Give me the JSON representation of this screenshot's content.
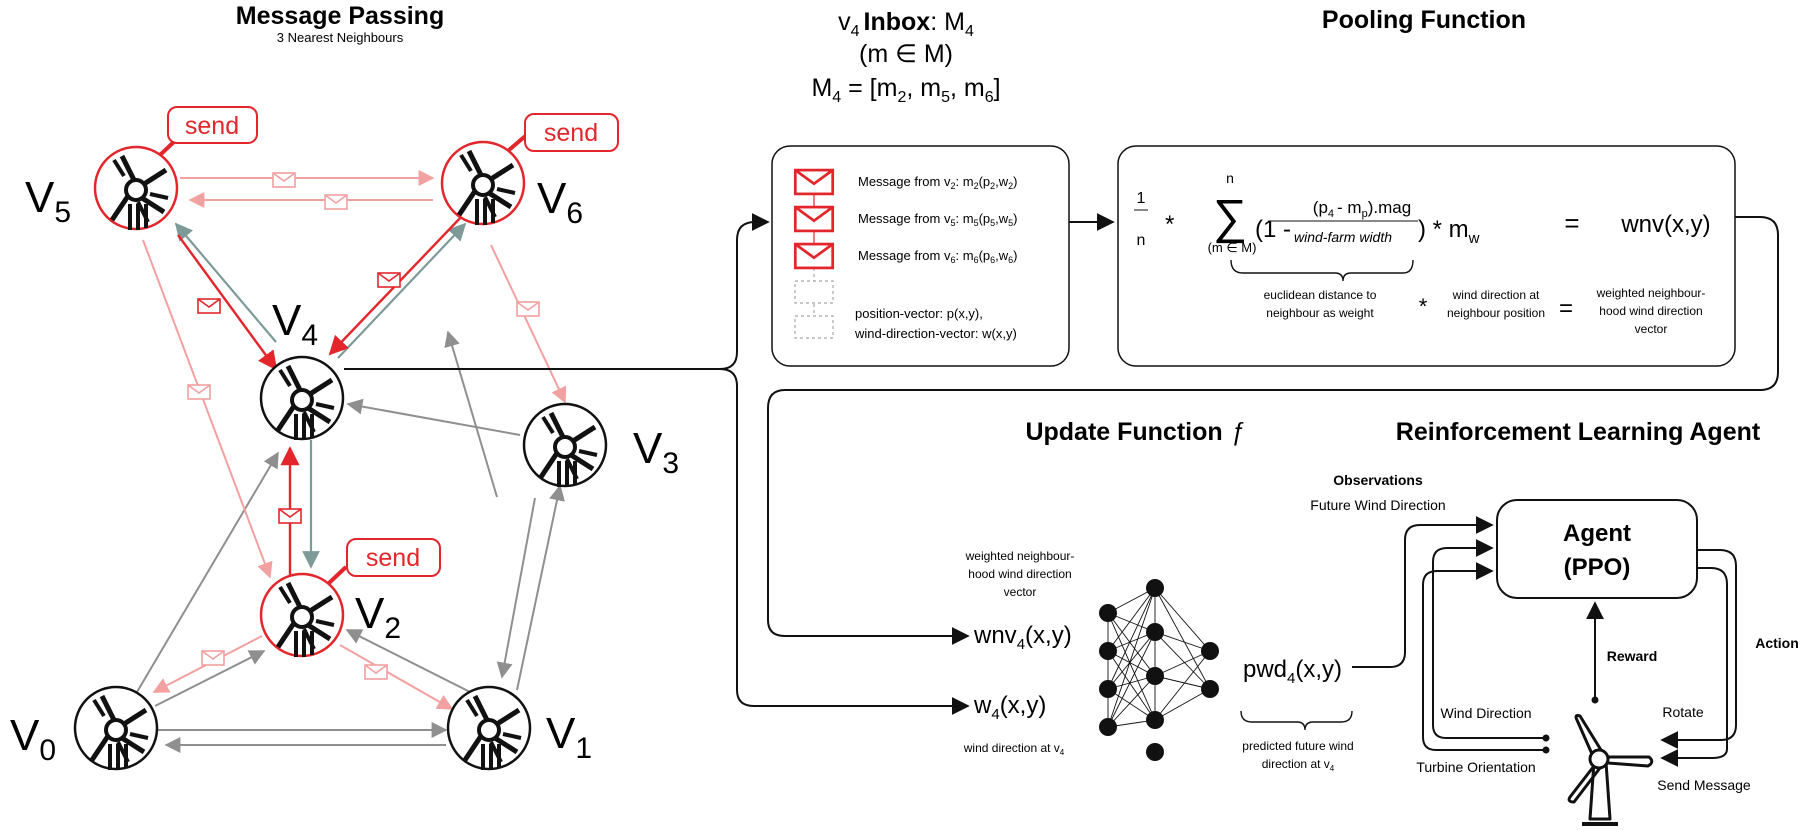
{
  "message_passing": {
    "title": "Message Passing",
    "subtitle": "3 Nearest Neighbours",
    "send_label": "send",
    "nodes": [
      {
        "id": "v0",
        "label": "V",
        "sub": "0"
      },
      {
        "id": "v1",
        "label": "V",
        "sub": "1"
      },
      {
        "id": "v2",
        "label": "V",
        "sub": "2"
      },
      {
        "id": "v3",
        "label": "V",
        "sub": "3"
      },
      {
        "id": "v4",
        "label": "V",
        "sub": "4"
      },
      {
        "id": "v5",
        "label": "V",
        "sub": "5"
      },
      {
        "id": "v6",
        "label": "V",
        "sub": "6"
      }
    ]
  },
  "inbox": {
    "line1_pre": "v",
    "line1_sub": "4",
    "line1_bold": "Inbox",
    "line1_post": ": M",
    "line1_post_sub": "4",
    "line2": "(m ∈ M)",
    "line3_pre": "M",
    "line3_sub": "4",
    "line3_post": " = [m",
    "m_a": "2",
    "m_b": "5",
    "m_c": "6",
    "messages": [
      {
        "pre": "Message from v",
        "sub": "2",
        "mid": ": m",
        "msub": "2",
        "args": "(p",
        "asub1": "2",
        "comma": ",w",
        "asub2": "2",
        "close": ")"
      },
      {
        "pre": "Message from v",
        "sub": "5",
        "mid": ": m",
        "msub": "5",
        "args": "(p",
        "asub1": "5",
        "comma": ",w",
        "asub2": "5",
        "close": ")"
      },
      {
        "pre": "Message from v",
        "sub": "6",
        "mid": ": m",
        "msub": "6",
        "args": "(p",
        "asub1": "6",
        "comma": ",w",
        "asub2": "6",
        "close": ")"
      }
    ],
    "position_vector": "position-vector: p(x,y),",
    "wind_vector": "wind-direction-vector: w(x,y)"
  },
  "pooling": {
    "title": "Pooling Function",
    "one": "1",
    "n": "n",
    "star": "*",
    "sum_top": "n",
    "sum_bottom": "(m ∈ M)",
    "open": "(1 -",
    "numerator_pre": "(p",
    "numerator_sub4": "4",
    "numerator_mid": "- m",
    "numerator_subp": "p",
    "numerator_post": ").mag",
    "denominator": "wind-farm width",
    "close": ") * m",
    "mw_sub": "w",
    "equals": "=",
    "result": "wnv(x,y)",
    "brace_note_1": "euclidean distance to",
    "brace_note_2": "neighbour as weight",
    "star2": "*",
    "wind_note_1": "wind direction at",
    "wind_note_2": "neighbour position",
    "equals2": "=",
    "wnv_note_1": "weighted neighbour-",
    "wnv_note_2": "hood wind direction",
    "wnv_note_3": "vector"
  },
  "update": {
    "title": "Update Function",
    "f_symbol": "ƒ",
    "wnv_note_1": "weighted neighbour-",
    "wnv_note_2": "hood wind direction",
    "wnv_note_3": "vector",
    "input1_pre": "wnv",
    "input1_sub": "4",
    "input1_post": "(x,y)",
    "input2_pre": "w",
    "input2_sub": "4",
    "input2_post": "(x,y)",
    "input2_note_pre": "wind direction at v",
    "input2_note_sub": "4",
    "output_pre": "pwd",
    "output_sub": "4",
    "output_post": "(x,y)",
    "output_note_1": "predicted future wind",
    "output_note_2_pre": "direction at v",
    "output_note_2_sub": "4"
  },
  "agent": {
    "title": "Reinforcement Learning Agent",
    "observations": "Observations",
    "future_wind": "Future Wind Direction",
    "name": "Agent",
    "algo": "(PPO)",
    "reward": "Reward",
    "action": "Action",
    "wind_direction": "Wind Direction",
    "turbine_orientation": "Turbine Orientation",
    "rotate": "Rotate",
    "send_message": "Send Message"
  },
  "colors": {
    "red": "#e3262b",
    "pink": "#f2a0a0",
    "teal": "#7d9a99",
    "gray": "#8f8f8f",
    "black": "#111111",
    "dashed": "#a8a8a8"
  }
}
